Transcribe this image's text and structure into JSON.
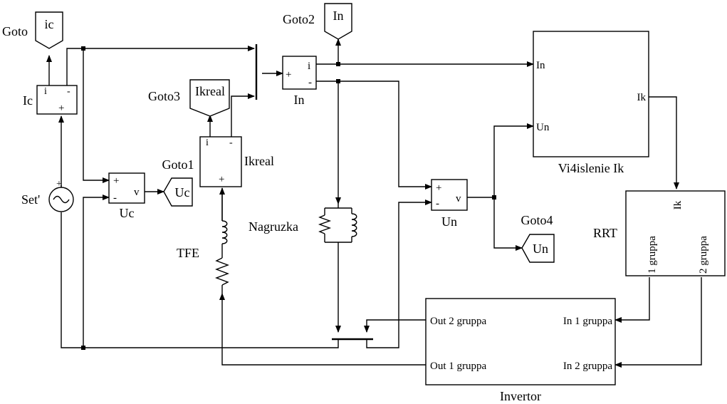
{
  "blocks": {
    "ic_sensor": {
      "name": "Ic",
      "port_i": "i",
      "port_minus": "-",
      "port_plus": "+"
    },
    "goto_ic": {
      "name": "Goto",
      "tag": "ic"
    },
    "goto2": {
      "name": "Goto2",
      "tag": "In"
    },
    "switch_top": {},
    "in_sensor": {
      "name": "In",
      "port_plus": "+",
      "port_i": "i",
      "port_minus": "-"
    },
    "goto3": {
      "name": "Goto3",
      "tag": "Ikreal"
    },
    "ikreal_sensor": {
      "name": "Ikreal",
      "port_i": "i",
      "port_minus": "-",
      "port_plus": "+"
    },
    "uc_sensor": {
      "name": "Uc",
      "port_plus": "+",
      "port_minus": "-",
      "port_v": "v"
    },
    "goto1": {
      "name": "Goto1",
      "tag": "Uc"
    },
    "source": {
      "name": "Set'",
      "plus": "+"
    },
    "tfe": {
      "name": "TFE"
    },
    "load": {
      "name": "Nagruzka"
    },
    "un_sensor": {
      "name": "Un",
      "port_plus": "+",
      "port_minus": "-",
      "port_v": "v"
    },
    "goto4": {
      "name": "Goto4",
      "tag": "Un"
    },
    "calc": {
      "name": "Vi4islenie Ik",
      "in1": "In",
      "in2": "Un",
      "out": "Ik"
    },
    "rrt": {
      "name": "RRT",
      "in": "Ik",
      "out1": "1 gruppa",
      "out2": "2 gruppa"
    },
    "invertor": {
      "name": "Invertor",
      "out2": "Out 2 gruppa",
      "out1": "Out 1 gruppa",
      "in1": "In 1 gruppa",
      "in2": "In 2 gruppa"
    }
  }
}
